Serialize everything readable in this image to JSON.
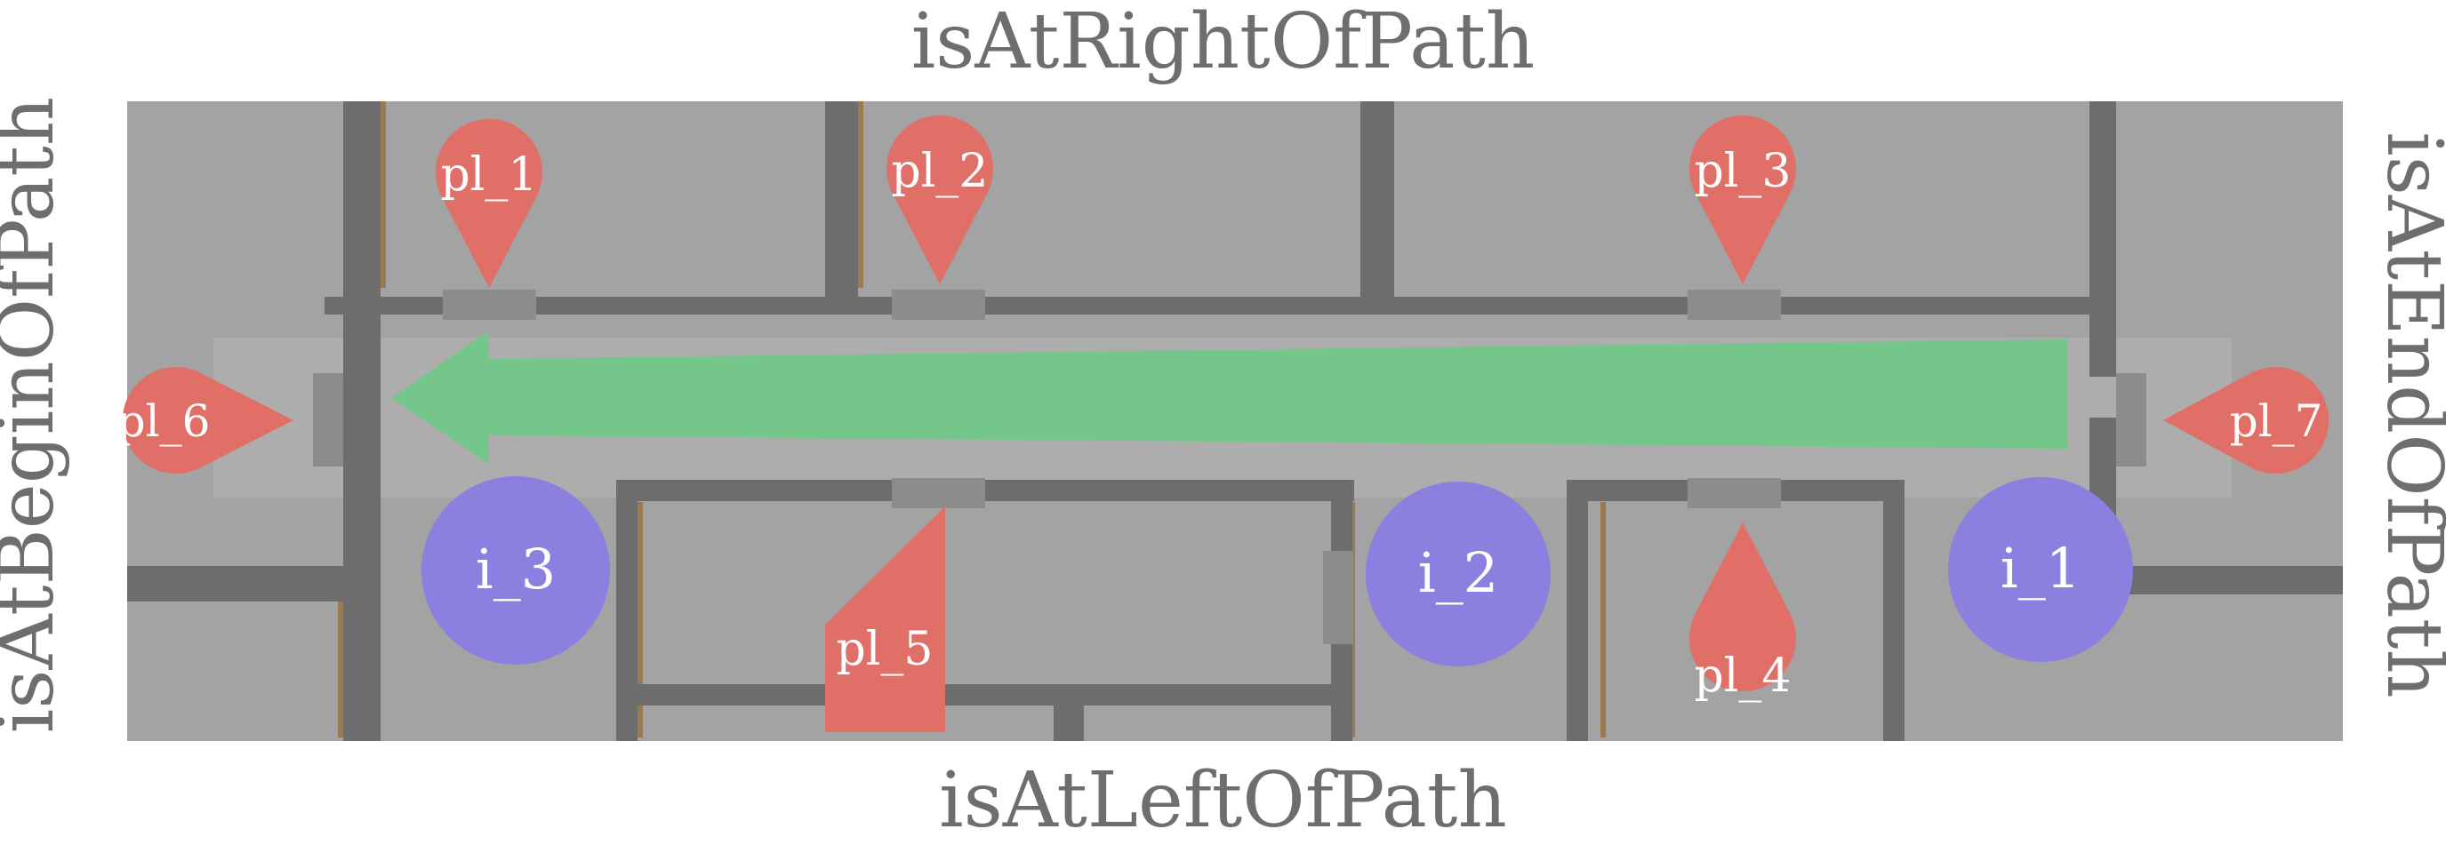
{
  "labels": {
    "top": "isAtRightOfPath",
    "bottom": "isAtLeftOfPath",
    "left": "isAtBeginOfPath",
    "right": "isAtEndOfPath"
  },
  "markers": {
    "pl_1": "pl_1",
    "pl_2": "pl_2",
    "pl_3": "pl_3",
    "pl_4": "pl_4",
    "pl_5": "pl_5",
    "pl_6": "pl_6",
    "pl_7": "pl_7",
    "i_1": "i_1",
    "i_2": "i_2",
    "i_3": "i_3"
  },
  "colors": {
    "floor": "#a3a3a3",
    "wall": "#6d6d6d",
    "door": "#8c8c8c",
    "wood": "#9a7a4e",
    "arrow": "#74c68a",
    "place_marker": "#e06f67",
    "interest_marker": "#8b7fe0",
    "label_text": "#6e6e6e"
  }
}
